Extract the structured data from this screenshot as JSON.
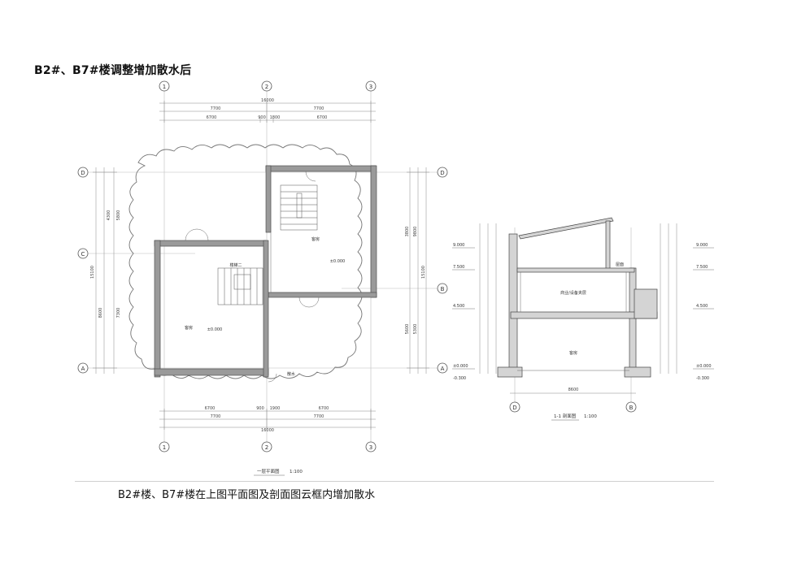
{
  "page_title": "B2#、B7#楼调整增加散水后",
  "caption": "B2#楼、B7#楼在上图平面图及剖面图云框内增加散水",
  "plan": {
    "axes_top": [
      "1",
      "2",
      "3"
    ],
    "axes_bottom": [
      "1",
      "2",
      "3"
    ],
    "axes_side": [
      "D",
      "C",
      "A"
    ],
    "axes_side_right": [
      "D",
      "B",
      "A"
    ],
    "top_dim_total": "16000",
    "top_dims_row1": [
      "7700",
      "7700"
    ],
    "top_dims_row2": [
      "6700",
      "900",
      "1800",
      "6700"
    ],
    "bottom_dims_row1": [
      "6700",
      "900",
      "1900",
      "6700"
    ],
    "bottom_dims_row2": [
      "7700",
      "7700"
    ],
    "bottom_dim_total": "16000",
    "left_dims": [
      "4300",
      "5800",
      "8600",
      "7300",
      "15100"
    ],
    "right_dims": [
      "3800",
      "9800",
      "5600",
      "5300",
      "15100"
    ],
    "rooms": [
      "客房",
      "楼梯二",
      "客房"
    ],
    "elevations": [
      "±0.000",
      "±0.000"
    ],
    "note": "散水",
    "label": "一层平面图",
    "scale": "1:100"
  },
  "section": {
    "axes": [
      "D",
      "B"
    ],
    "levels_left": [
      "9.000",
      "7.500",
      "4.500",
      "±0.000",
      "-0.300"
    ],
    "levels_right": [
      "9.000",
      "7.500",
      "4.500",
      "±0.000",
      "-0.300"
    ],
    "rooms": [
      "屋面",
      "商业/设备夹层",
      "客房"
    ],
    "span": "8600",
    "label": "1-1 剖面图",
    "scale": "1:100"
  }
}
